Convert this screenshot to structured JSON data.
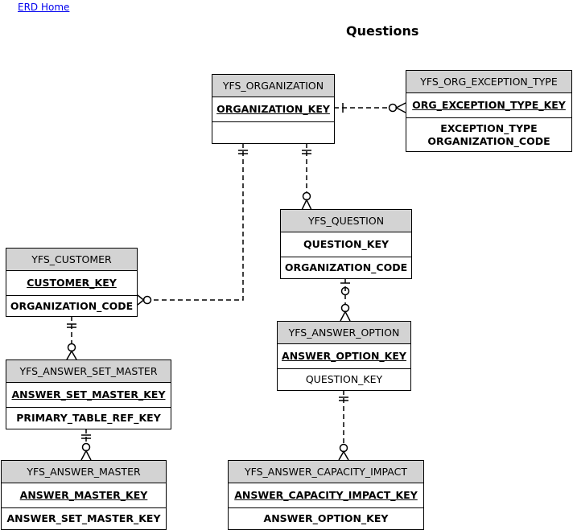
{
  "nav": {
    "home_link": "ERD Home"
  },
  "page": {
    "title": "Questions"
  },
  "entities": {
    "organization": {
      "name": "YFS_ORGANIZATION",
      "key": "ORGANIZATION_KEY",
      "attrs": []
    },
    "org_exception": {
      "name": "YFS_ORG_EXCEPTION_TYPE",
      "key": "ORG_EXCEPTION_TYPE_KEY",
      "attrs": [
        "EXCEPTION_TYPE",
        "ORGANIZATION_CODE"
      ]
    },
    "question": {
      "name": "YFS_QUESTION",
      "key": "QUESTION_KEY",
      "attrs": [
        "ORGANIZATION_CODE"
      ]
    },
    "customer": {
      "name": "YFS_CUSTOMER",
      "key": "CUSTOMER_KEY",
      "attrs": [
        "ORGANIZATION_CODE"
      ]
    },
    "answer_option": {
      "name": "YFS_ANSWER_OPTION",
      "key": "ANSWER_OPTION_KEY",
      "attrs": [
        "QUESTION_KEY"
      ]
    },
    "answer_set_master": {
      "name": "YFS_ANSWER_SET_MASTER",
      "key": "ANSWER_SET_MASTER_KEY",
      "attrs": [
        "PRIMARY_TABLE_REF_KEY"
      ]
    },
    "answer_master": {
      "name": "YFS_ANSWER_MASTER",
      "key": "ANSWER_MASTER_KEY",
      "attrs": [
        "ANSWER_SET_MASTER_KEY"
      ]
    },
    "answer_capacity_impact": {
      "name": "YFS_ANSWER_CAPACITY_IMPACT",
      "key": "ANSWER_CAPACITY_IMPACT_KEY",
      "attrs": [
        "ANSWER_OPTION_KEY"
      ]
    }
  }
}
